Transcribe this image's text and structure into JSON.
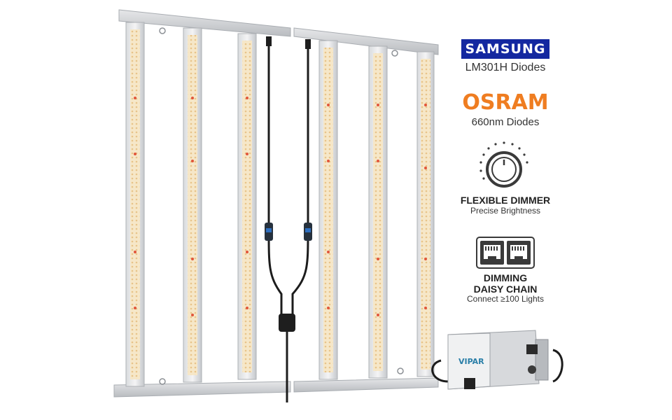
{
  "features": {
    "samsung": {
      "logo_text": "SAMSUNG",
      "subtitle": "LM301H Diodes"
    },
    "osram": {
      "logo_text": "OSRAM",
      "subtitle": "660nm Diodes"
    },
    "dimmer": {
      "title": "FLEXIBLE DIMMER",
      "subtitle": "Precise Brightness",
      "icon": "dimmer-knob-icon"
    },
    "daisy_chain": {
      "title_line1": "DIMMING",
      "title_line2": "DAISY CHAIN",
      "subtitle": "Connect ≥100 Lights",
      "icon": "rj-port-icon"
    }
  },
  "driver": {
    "brand_text": "VIPAR"
  },
  "colors": {
    "samsung_blue": "#1428a0",
    "osram_orange": "#ef7d21",
    "frame_silver": "#c9ccd0",
    "diode_warm": "#f3d9a8"
  }
}
